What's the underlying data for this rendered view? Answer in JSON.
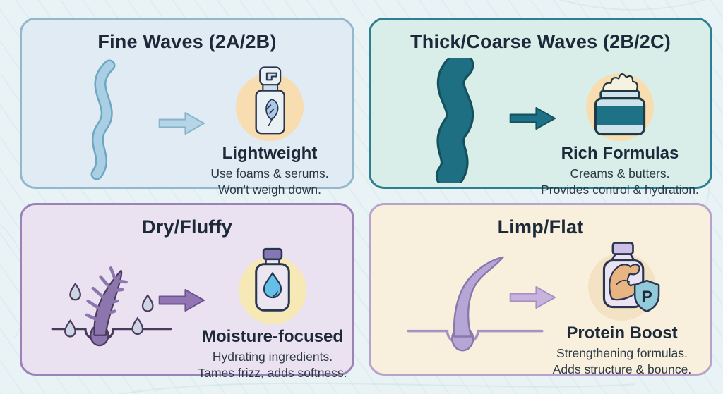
{
  "page": {
    "background_color": "#e9f3f5",
    "type": "infographic",
    "topic": "wavy-hair product matching guide"
  },
  "colors": {
    "title_text": "#1d2939",
    "body_text": "#2c3845",
    "icon_outline": "#2a3550",
    "halo_peach": "#f8ddb0",
    "halo_yellow": "#f6e9b5"
  },
  "panels": [
    {
      "id": "fine-waves",
      "title": "Fine Waves (2A/2B)",
      "hair_icon": "fine-wave-strand-icon",
      "arrow_icon": "arrow-right-icon",
      "product_icon": "pump-bottle-feather-icon",
      "label": "Lightweight",
      "desc_line1": "Use foams & serums.",
      "desc_line2": "Won't weigh down.",
      "colors": {
        "bg": "#e0ebf4",
        "border": "#93b7cb",
        "strand": "#a9cfe4",
        "arrow": "#b5d6e6",
        "halo": "#f8ddb0"
      }
    },
    {
      "id": "thick-coarse-waves",
      "title": "Thick/Coarse Waves (2B/2C)",
      "hair_icon": "thick-wave-strand-icon",
      "arrow_icon": "arrow-right-icon",
      "product_icon": "cream-jar-icon",
      "label": "Rich Formulas",
      "desc_line1": "Creams & butters.",
      "desc_line2": "Provides control & hydration.",
      "colors": {
        "bg": "#d9eee9",
        "border": "#2b7f90",
        "strand": "#1e6f82",
        "arrow": "#1d7287",
        "halo": "#f8ddb0"
      }
    },
    {
      "id": "dry-fluffy",
      "title": "Dry/Fluffy",
      "hair_icon": "frizzy-hair-follicle-icon",
      "arrow_icon": "arrow-right-icon",
      "product_icon": "moisture-bottle-droplet-icon",
      "label": "Moisture-focused",
      "desc_line1": "Hydrating ingredients.",
      "desc_line2": "Tames frizz, adds softness.",
      "colors": {
        "bg": "#ebe2f1",
        "border": "#9a83b6",
        "strand": "#8d76ad",
        "arrow": "#9276b3",
        "halo": "#f6e9b5"
      }
    },
    {
      "id": "limp-flat",
      "title": "Limp/Flat",
      "hair_icon": "limp-hair-follicle-icon",
      "arrow_icon": "arrow-right-icon",
      "product_icon": "protein-bottle-shield-icon",
      "shield_letter": "P",
      "label": "Protein Boost",
      "desc_line1": "Strengthening formulas.",
      "desc_line2": "Adds structure & bounce.",
      "colors": {
        "bg": "#f8f0dd",
        "border": "#b7a3cb",
        "strand": "#b6a6d6",
        "arrow": "#c8b3de",
        "halo": "#f3e2c4"
      }
    }
  ]
}
